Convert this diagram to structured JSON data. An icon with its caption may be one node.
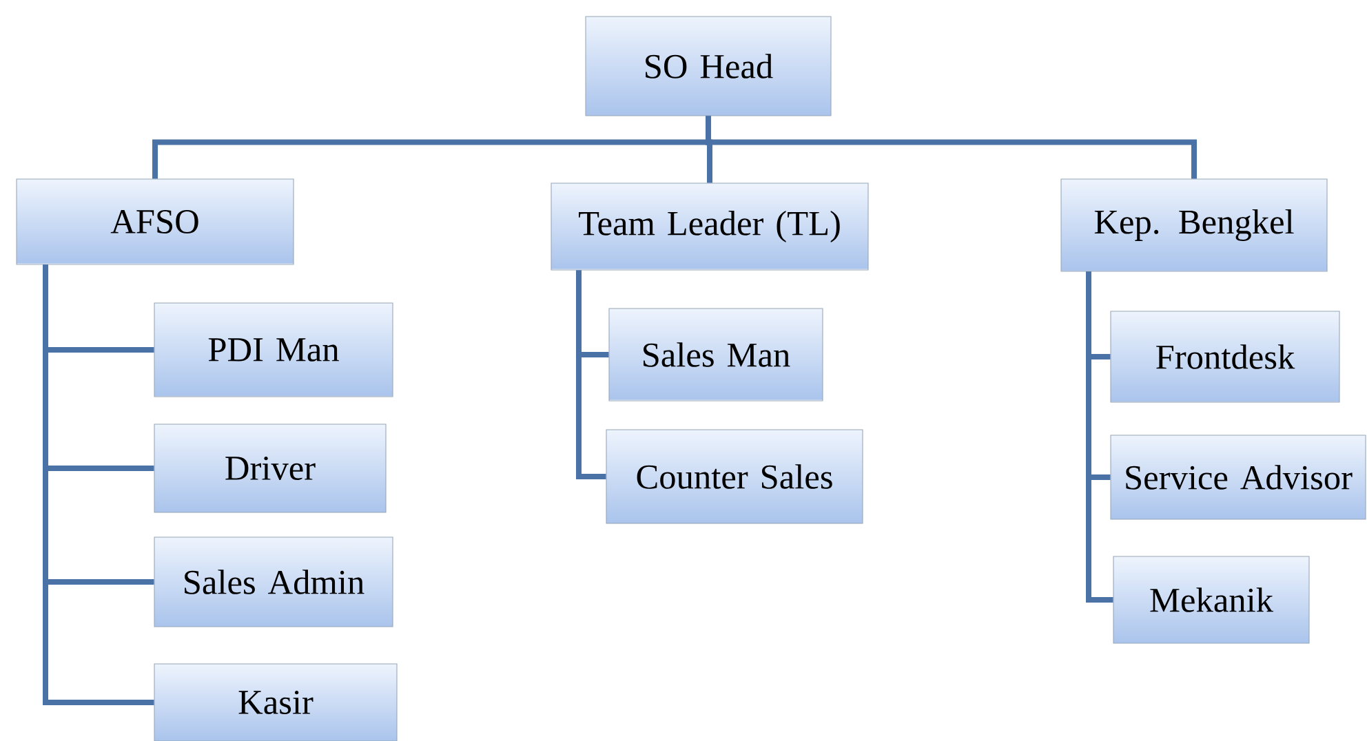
{
  "diagram": {
    "nodes": [
      {
        "text": [
          "SO Head"
        ]
      },
      {
        "text": [
          "AFSO"
        ]
      },
      {
        "text": [
          "Team Leader (TL)"
        ]
      },
      {
        "text": [
          "Kep. Bengkel"
        ]
      },
      {
        "text": [
          "PDI Man"
        ]
      },
      {
        "text": [
          "Driver"
        ]
      },
      {
        "text": [
          "Sales Admin"
        ]
      },
      {
        "text": [
          "Kasir"
        ]
      },
      {
        "text": [
          "Sales Man"
        ]
      },
      {
        "text": [
          "Counter Sales"
        ]
      },
      {
        "text": [
          "Frontdesk"
        ]
      },
      {
        "text": [
          "Service Advisor"
        ]
      },
      {
        "text": [
          "Mekanik"
        ]
      }
    ],
    "edges": [
      {
        "from": 0,
        "to": 1,
        "arrow": "none"
      },
      {
        "from": 0,
        "to": 2,
        "arrow": "none"
      },
      {
        "from": 0,
        "to": 3,
        "arrow": "none"
      },
      {
        "from": 1,
        "to": 4,
        "arrow": "none"
      },
      {
        "from": 1,
        "to": 5,
        "arrow": "none"
      },
      {
        "from": 1,
        "to": 6,
        "arrow": "none"
      },
      {
        "from": 1,
        "to": 7,
        "arrow": "none"
      },
      {
        "from": 2,
        "to": 8,
        "arrow": "none"
      },
      {
        "from": 2,
        "to": 9,
        "arrow": "none"
      },
      {
        "from": 3,
        "to": 10,
        "arrow": "none"
      },
      {
        "from": 3,
        "to": 11,
        "arrow": "none"
      },
      {
        "from": 3,
        "to": 12,
        "arrow": "none"
      }
    ]
  }
}
